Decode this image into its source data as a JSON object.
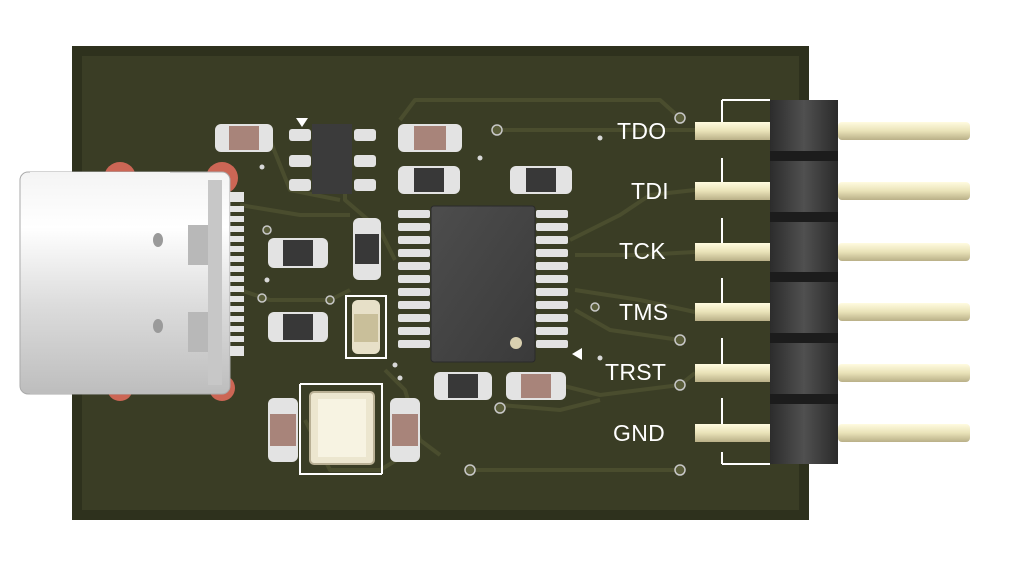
{
  "board": {
    "description_colors": {
      "pcb": "#3a3d25",
      "pcb_edge": "#2b2e1a",
      "silkscreen": "#ffffff",
      "header_body": "#3e3e3e",
      "pin_gold": "#e8e3c0",
      "copper_pad": "#d8d8d8"
    },
    "pin_labels": [
      "TDO",
      "TDI",
      "TCK",
      "TMS",
      "TRST",
      "GND"
    ]
  },
  "icons": {
    "usb": "usb-c-connector-icon",
    "chip": "ic-chip-icon",
    "crystal": "crystal-oscillator-icon",
    "header": "pin-header-icon"
  }
}
